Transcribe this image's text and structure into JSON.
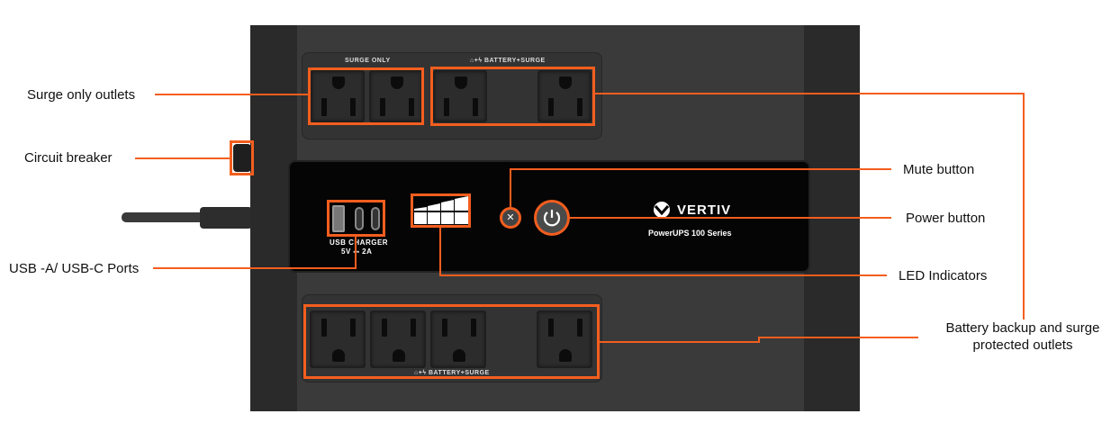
{
  "device": {
    "brand": "VERTIV",
    "model": "PowerUPS 100 Series",
    "top_label_surge": "SURGE ONLY",
    "top_label_battery": "⌂+ϟ BATTERY+SURGE",
    "bottom_label_battery": "⌂+ϟ BATTERY+SURGE",
    "usb_label": "USB CHARGER",
    "usb_rating": "5V ⎓ 2A"
  },
  "callouts": {
    "surge_only": "Surge only outlets",
    "circuit_breaker": "Circuit breaker",
    "usb_ports": "USB -A/ USB-C Ports",
    "mute_button": "Mute button",
    "power_button": "Power button",
    "led_indicators": "LED Indicators",
    "battery_outlets": "Battery backup and surge protected outlets"
  },
  "colors": {
    "accent": "#f45e1e",
    "body": "#3a3a3a",
    "panel": "#050505"
  }
}
